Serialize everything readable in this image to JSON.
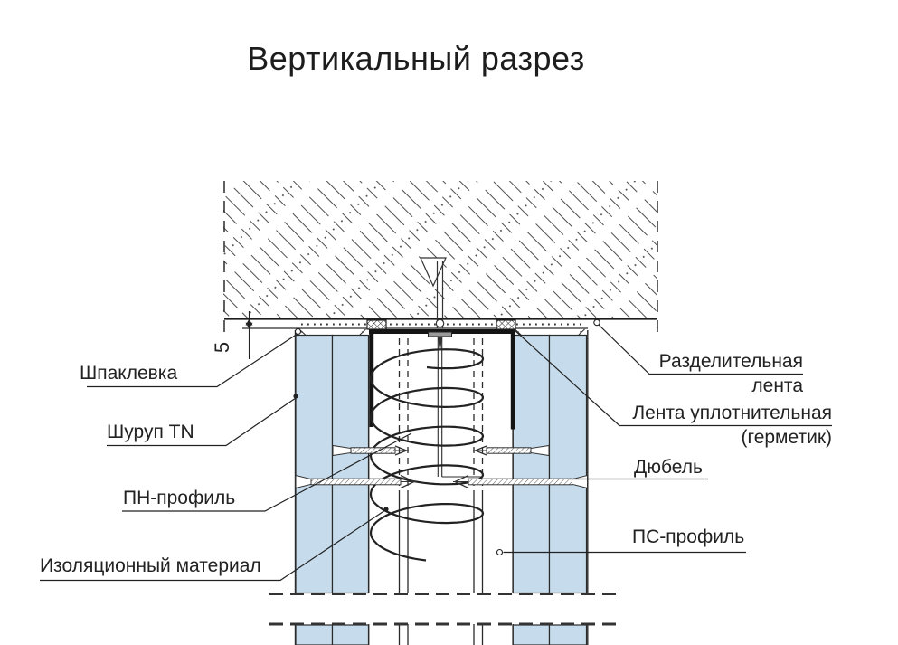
{
  "title": "Вертикальный разрез",
  "dimension": {
    "gap_mm": "5"
  },
  "labels": {
    "shpaklevka": "Шпаклевка",
    "shurup_tn": "Шуруп TN",
    "pn_profil": "ПН-профиль",
    "izolyacionnyj_material": "Изоляционный материал",
    "razdelitelnaya_line1": "Разделительная",
    "razdelitelnaya_line2": "лента",
    "uplotnitelnaya_line1": "Лента уплотнительная",
    "uplotnitelnaya_line2": "(герметик)",
    "dyubel": "Дюбель",
    "ps_profil": "ПС-профиль"
  },
  "colors": {
    "board_fill": "#c6dcec",
    "line": "#2b2b2b",
    "hatch": "#4d4d4d"
  }
}
